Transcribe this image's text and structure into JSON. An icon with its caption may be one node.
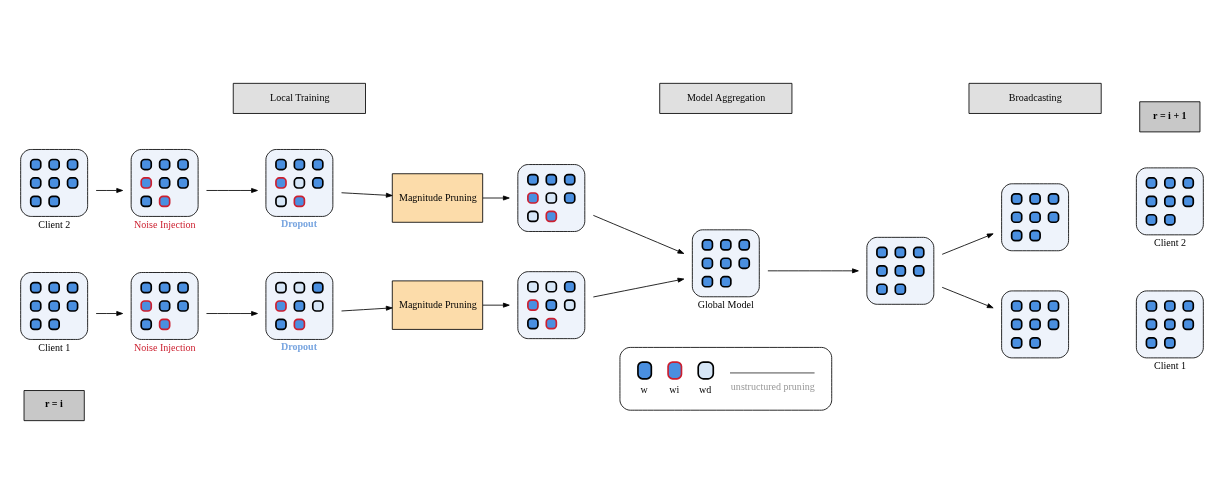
{
  "diagram": {
    "nodes": [
      {
        "text": [
          "Local Training"
        ]
      },
      {
        "text": [
          "Model Aggregation"
        ]
      },
      {
        "text": [
          "Broadcasting"
        ]
      },
      {
        "text": [],
        "shape": "picture",
        "beside": [
          "Client 2"
        ]
      },
      {
        "text": [],
        "shape": "picture",
        "beside": [
          "Noise Injection"
        ]
      },
      {
        "text": [],
        "shape": "picture",
        "beside": [
          "Dropout"
        ]
      },
      {
        "text": [
          "Magnitude Pruning"
        ]
      },
      {
        "text": [],
        "shape": "picture"
      },
      {
        "text": [],
        "shape": "picture",
        "beside": [
          "Global Model"
        ]
      },
      {
        "text": [],
        "shape": "picture"
      },
      {
        "text": [],
        "shape": "picture"
      },
      {
        "text": [],
        "shape": "picture",
        "beside": [
          "Client 2"
        ]
      },
      {
        "text": [],
        "shape": "picture",
        "beside": [
          "Client 1"
        ]
      },
      {
        "text": [],
        "shape": "picture",
        "beside": [
          "Noise Injection"
        ]
      },
      {
        "text": [],
        "shape": "picture",
        "beside": [
          "Dropout"
        ]
      },
      {
        "text": [
          "Magnitude Pruning"
        ]
      },
      {
        "text": [],
        "shape": "picture"
      },
      {
        "text": [],
        "shape": "picture"
      },
      {
        "text": [],
        "shape": "picture",
        "beside": [
          "Client 1"
        ]
      },
      {
        "text": [
          "r = i"
        ]
      },
      {
        "text": [
          "r = i + 1"
        ]
      }
    ],
    "edges": [
      {
        "from": 3,
        "to": 4,
        "arrow": "to"
      },
      {
        "from": 4,
        "to": 5,
        "arrow": "to"
      },
      {
        "from": 5,
        "to": 6,
        "arrow": "to"
      },
      {
        "from": 6,
        "to": 7,
        "arrow": "to"
      },
      {
        "from": 7,
        "to": 8,
        "arrow": "to"
      },
      {
        "from": 12,
        "to": 13,
        "arrow": "to"
      },
      {
        "from": 13,
        "to": 14,
        "arrow": "to"
      },
      {
        "from": 14,
        "to": 15,
        "arrow": "to"
      },
      {
        "from": 15,
        "to": 16,
        "arrow": "to"
      },
      {
        "from": 16,
        "to": 8,
        "arrow": "to"
      },
      {
        "from": 8,
        "to": 9,
        "arrow": "to"
      },
      {
        "from": 9,
        "to": 10,
        "arrow": "to"
      },
      {
        "from": 9,
        "to": 17,
        "arrow": "to"
      }
    ],
    "legend": [
      {
        "text": "w"
      },
      {
        "text": "wi"
      },
      {
        "text": "wd"
      },
      {
        "text": "unstructured pruning"
      }
    ]
  }
}
